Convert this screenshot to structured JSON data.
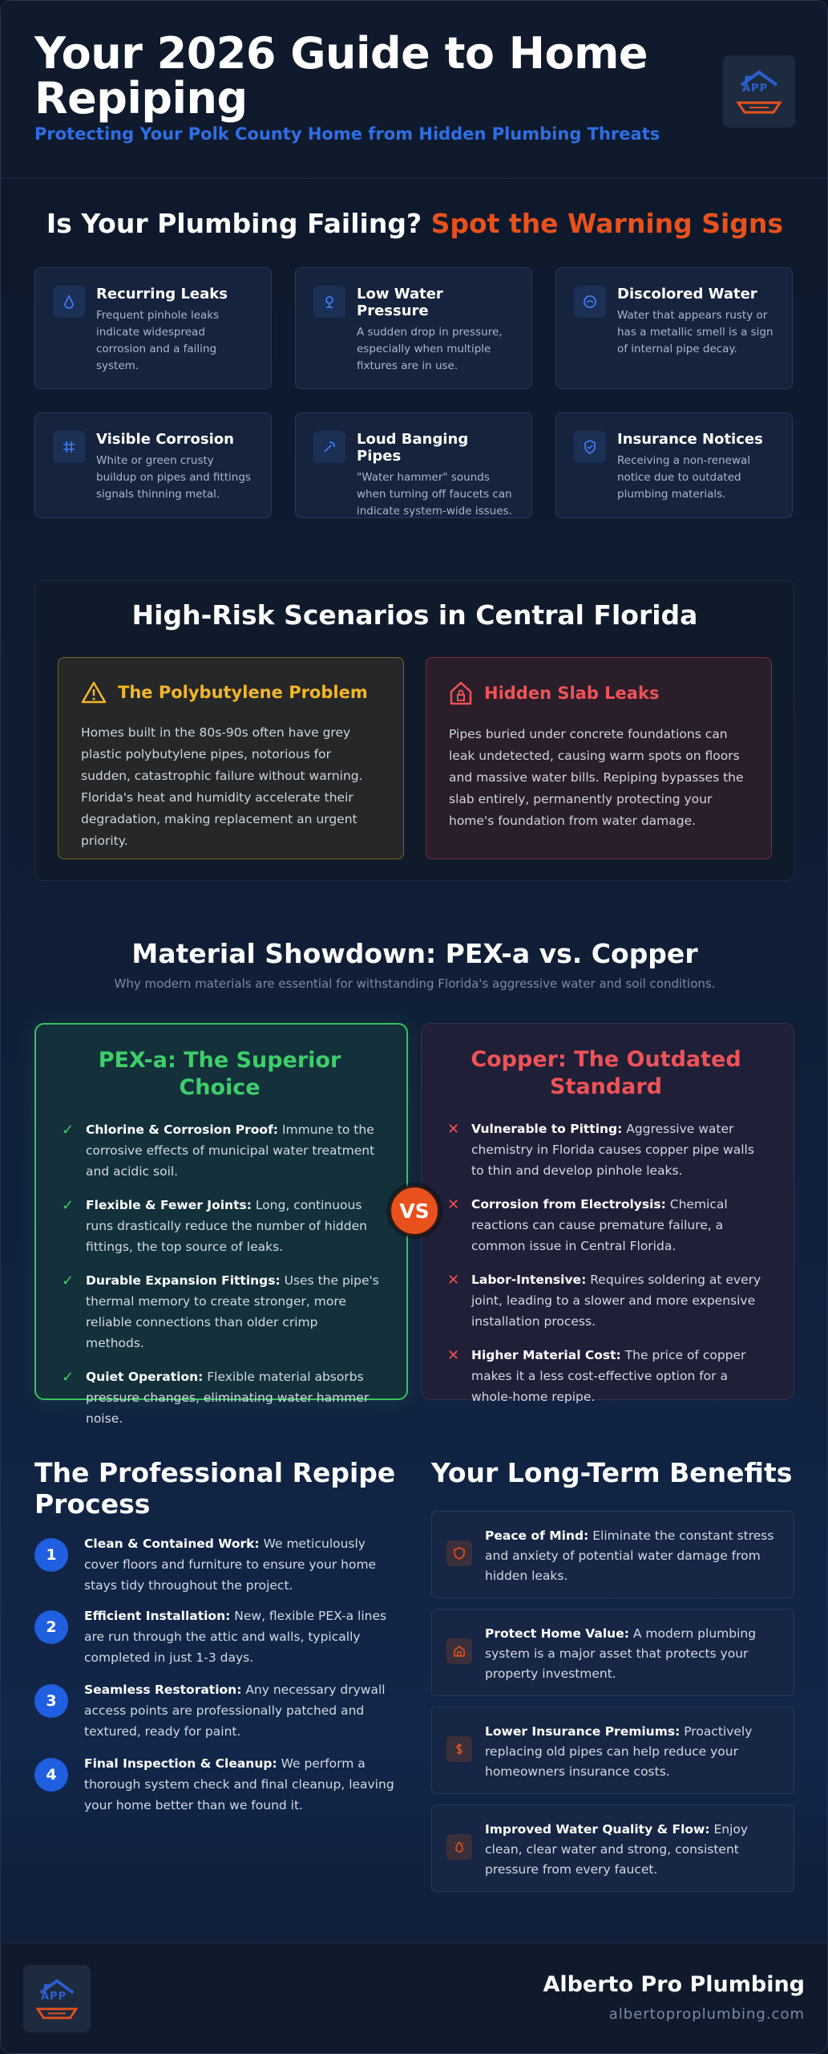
{
  "header": {
    "title": "Your 2026 Guide to Home Repiping",
    "subtitle": "Protecting Your Polk County Home from Hidden Plumbing Threats",
    "logo_text": "APP"
  },
  "warning_section": {
    "title_main": "Is Your Plumbing Failing?",
    "title_accent": "Spot the Warning Signs",
    "cards": [
      {
        "title": "Recurring Leaks",
        "text": "Frequent pinhole leaks indicate widespread corrosion and a failing system.",
        "icon": "droplet-icon"
      },
      {
        "title": "Low Water Pressure",
        "text": "A sudden drop in pressure, especially when multiple fixtures are in use.",
        "icon": "gauge-icon"
      },
      {
        "title": "Discolored Water",
        "text": "Water that appears rusty or has a metallic smell is a sign of internal pipe decay.",
        "icon": "water-icon"
      },
      {
        "title": "Visible Corrosion",
        "text": "White or green crusty buildup on pipes and fittings signals thinning metal.",
        "icon": "corrosion-icon"
      },
      {
        "title": "Loud Banging Pipes",
        "text": "\"Water hammer\" sounds when turning off faucets can indicate system-wide issues.",
        "icon": "hammer-icon"
      },
      {
        "title": "Insurance Notices",
        "text": "Receiving a non-renewal notice due to outdated plumbing materials.",
        "icon": "shield-check-icon"
      }
    ]
  },
  "risk_section": {
    "title": "High-Risk Scenarios in Central Florida",
    "poly": {
      "title": "The Polybutylene Problem",
      "text": "Homes built in the 80s-90s often have grey plastic polybutylene pipes, notorious for sudden, catastrophic failure without warning. Florida's heat and humidity accelerate their degradation, making replacement an urgent priority."
    },
    "slab": {
      "title": "Hidden Slab Leaks",
      "text": "Pipes buried under concrete foundations can leak undetected, causing warm spots on floors and massive water bills. Repiping bypasses the slab entirely, permanently protecting your home's foundation from water damage."
    }
  },
  "material_section": {
    "title": "Material Showdown: PEX-a vs. Copper",
    "subtitle": "Why modern materials are essential for withstanding Florida's aggressive water and soil conditions.",
    "vs_label": "VS",
    "pex": {
      "title": "PEX-a: The Superior Choice",
      "items": [
        {
          "bold": "Chlorine & Corrosion Proof:",
          "text": " Immune to the corrosive effects of municipal water treatment and acidic soil."
        },
        {
          "bold": "Flexible & Fewer Joints:",
          "text": " Long, continuous runs drastically reduce the number of hidden fittings, the top source of leaks."
        },
        {
          "bold": "Durable Expansion Fittings:",
          "text": " Uses the pipe's thermal memory to create stronger, more reliable connections than older crimp methods."
        },
        {
          "bold": "Quiet Operation:",
          "text": " Flexible material absorbs pressure changes, eliminating water hammer noise."
        }
      ]
    },
    "copper": {
      "title": "Copper: The Outdated Standard",
      "items": [
        {
          "bold": "Vulnerable to Pitting:",
          "text": " Aggressive water chemistry in Florida causes copper pipe walls to thin and develop pinhole leaks."
        },
        {
          "bold": "Corrosion from Electrolysis:",
          "text": " Chemical reactions can cause premature failure, a common issue in Central Florida."
        },
        {
          "bold": "Labor-Intensive:",
          "text": " Requires soldering at every joint, leading to a slower and more expensive installation process."
        },
        {
          "bold": "Higher Material Cost:",
          "text": " The price of copper makes it a less cost-effective option for a whole-home repipe."
        }
      ]
    }
  },
  "process_section": {
    "title": "The Professional Repipe Process",
    "steps": [
      {
        "num": "1",
        "bold": "Clean & Contained Work:",
        "text": " We meticulously cover floors and furniture to ensure your home stays tidy throughout the project."
      },
      {
        "num": "2",
        "bold": "Efficient Installation:",
        "text": " New, flexible PEX-a lines are run through the attic and walls, typically completed in just 1-3 days."
      },
      {
        "num": "3",
        "bold": "Seamless Restoration:",
        "text": " Any necessary drywall access points are professionally patched and textured, ready for paint."
      },
      {
        "num": "4",
        "bold": "Final Inspection & Cleanup:",
        "text": " We perform a thorough system check and final cleanup, leaving your home better than we found it."
      }
    ]
  },
  "benefits_section": {
    "title": "Your Long-Term Benefits",
    "items": [
      {
        "bold": "Peace of Mind:",
        "text": " Eliminate the constant stress and anxiety of potential water damage from hidden leaks.",
        "icon": "shield-icon"
      },
      {
        "bold": "Protect Home Value:",
        "text": " A modern plumbing system is a major asset that protects your property investment.",
        "icon": "home-icon"
      },
      {
        "bold": "Lower Insurance Premiums:",
        "text": " Proactively replacing old pipes can help reduce your homeowners insurance costs.",
        "icon": "dollar-icon"
      },
      {
        "bold": "Improved Water Quality & Flow:",
        "text": " Enjoy clean, clear water and strong, consistent pressure from every faucet.",
        "icon": "sparkle-icon"
      }
    ]
  },
  "footer": {
    "brand": "Alberto Pro Plumbing",
    "site": "albertoproplumbing.com"
  },
  "colors": {
    "accent_orange": "#e8511c",
    "accent_blue": "#2f6fe4",
    "pex_green": "#3ccf6a",
    "copper_red": "#ef5357",
    "poly_yellow": "#f3b628"
  }
}
